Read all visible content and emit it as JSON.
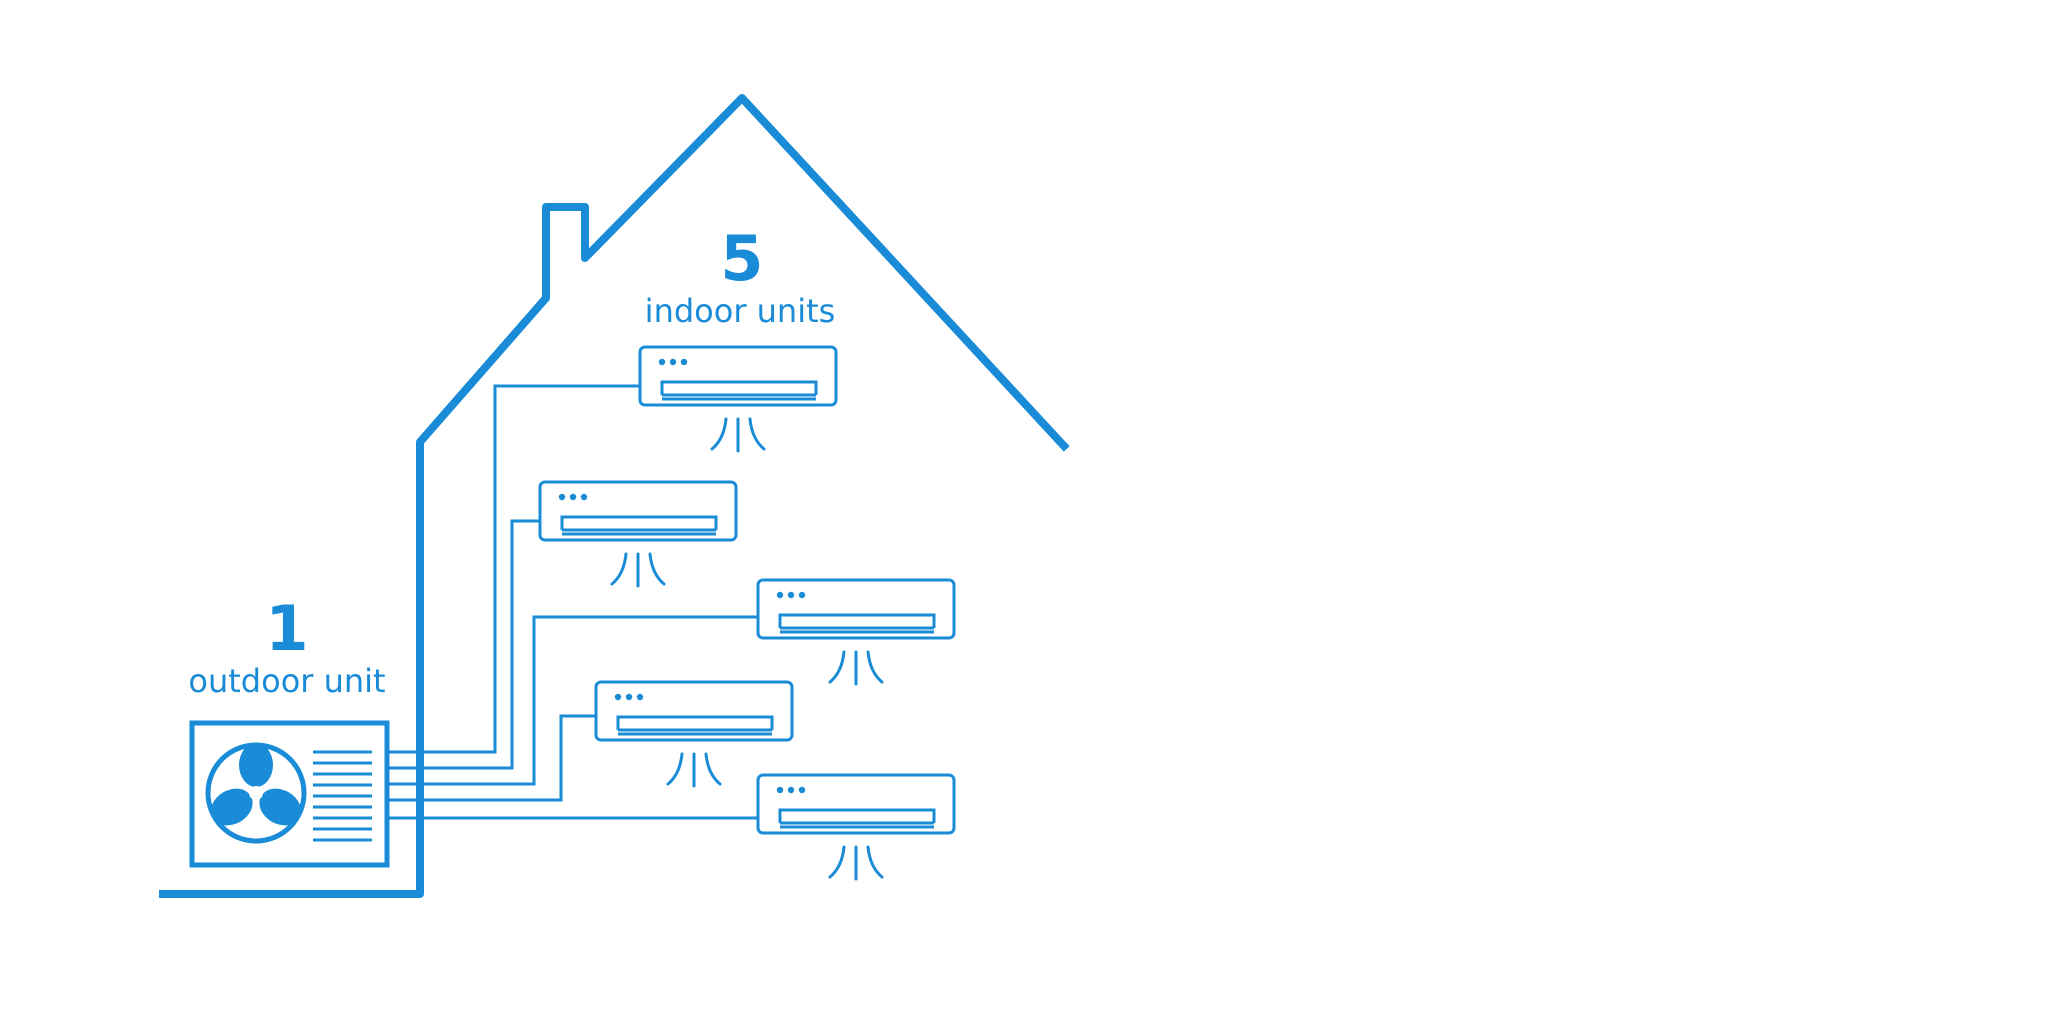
{
  "colors": {
    "accent": "#1a8bd6",
    "background": "#ffffff"
  },
  "outdoor": {
    "count": "1",
    "label": "outdoor unit",
    "icon": "fan-icon"
  },
  "indoor": {
    "count": "5",
    "label": "indoor units",
    "icon": "air-conditioner-icon"
  }
}
